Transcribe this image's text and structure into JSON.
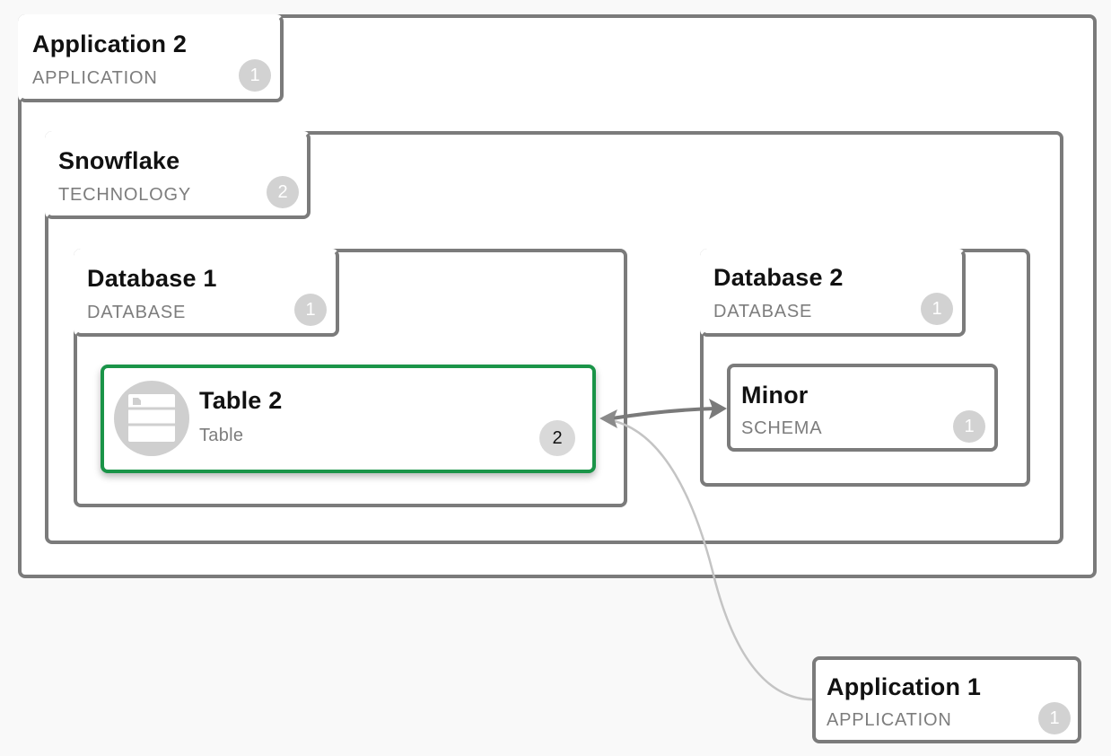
{
  "nodes": {
    "application2": {
      "title": "Application 2",
      "type": "APPLICATION",
      "count": "1"
    },
    "snowflake": {
      "title": "Snowflake",
      "type": "TECHNOLOGY",
      "count": "2"
    },
    "database1": {
      "title": "Database 1",
      "type": "DATABASE",
      "count": "1"
    },
    "table2": {
      "title": "Table 2",
      "type": "Table",
      "count": "2",
      "icon": "table-icon"
    },
    "database2": {
      "title": "Database 2",
      "type": "DATABASE",
      "count": "1"
    },
    "minor": {
      "title": "Minor",
      "type": "SCHEMA",
      "count": "1"
    },
    "application1": {
      "title": "Application 1",
      "type": "APPLICATION",
      "count": "1"
    }
  },
  "colors": {
    "border": "#7b7b7b",
    "selected": "#1a9448",
    "badge": "#d2d2d2",
    "edge_strong": "#7a7a7a",
    "edge_light": "#c4c4c4"
  }
}
